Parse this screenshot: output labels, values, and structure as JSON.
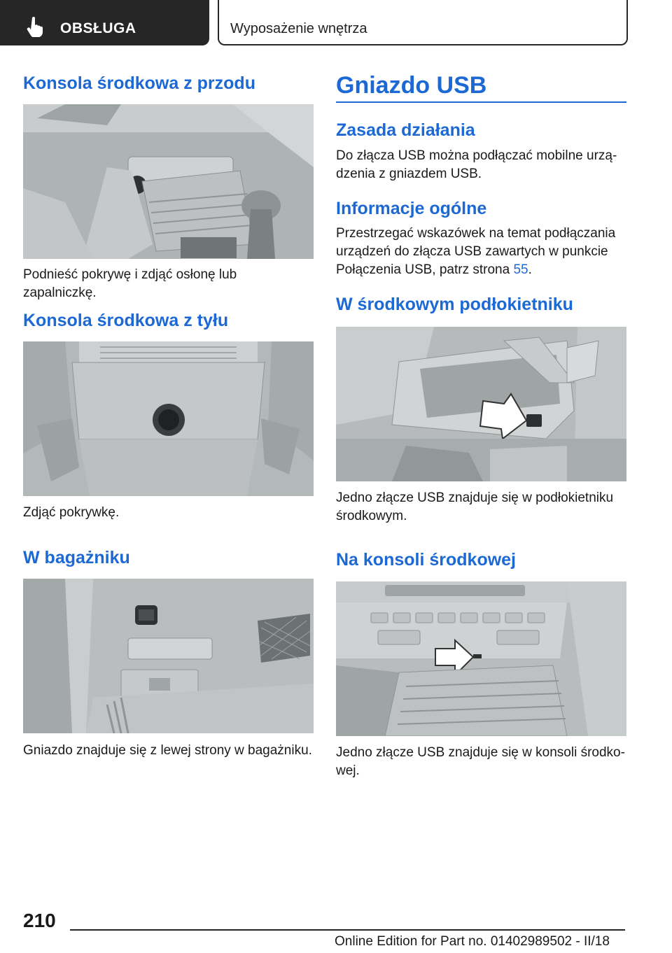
{
  "header": {
    "section_label": "OBSŁUGA",
    "section_icon": "hand-pointer-icon",
    "chapter_label": "Wyposażenie wnętrza"
  },
  "left": {
    "s1_title": "Konsola środkowa z przodu",
    "s1_caption": "Podnieść pokrywę i zdjąć osłonę lub zapalniczkę.",
    "s2_title": "Konsola środkowa z tyłu",
    "s2_caption": "Zdjąć pokrywkę.",
    "s3_title": "W bagażniku",
    "s3_caption": "Gniazdo znajduje się z lewej strony w bagażniku."
  },
  "right": {
    "main_title": "Gniazdo USB",
    "s1_title": "Zasada działania",
    "s1_text": "Do złącza USB można podłączać mobilne urzą-dzenia z gniazdem USB.",
    "s2_title": "Informacje ogólne",
    "s2_text": "Przestrzegać wskazówek na temat podłączania urządzeń do złącza USB zawartych w punkcie Połączenia USB, patrz strona ",
    "s2_link": "55",
    "s2_end": ".",
    "s3_title": "W środkowym podłokietniku",
    "s3_caption": "Jedno złącze USB znajduje się w podłokietniku środkowym.",
    "s4_title": "Na konsoli środkowej",
    "s4_caption": "Jedno złącze USB znajduje się w konsoli środko-wej."
  },
  "footer": {
    "page_number": "210",
    "edition_text": "Online Edition for Part no. 01402989502 - II/18"
  },
  "colors": {
    "accent": "#1c69d4",
    "dark": "#262626",
    "photo_bg": "#b8bdbe"
  }
}
